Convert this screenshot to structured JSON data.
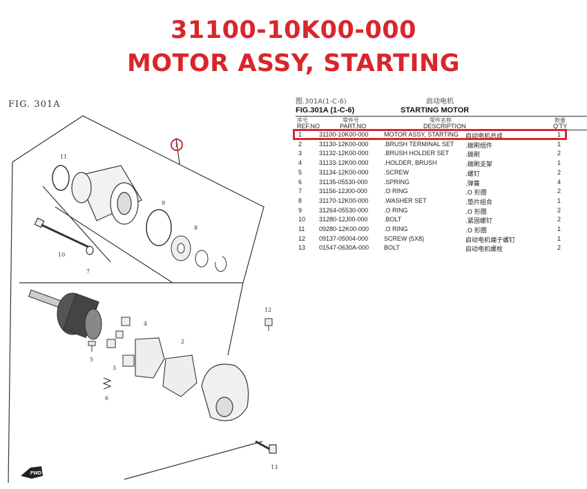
{
  "header": {
    "part_number": "31100-10K00-000",
    "part_name": "MOTOR ASSY, STARTING"
  },
  "figure": {
    "label": "FIG. 301A",
    "callouts": [
      "1",
      "2",
      "3",
      "4",
      "5",
      "6",
      "7",
      "8",
      "9",
      "10",
      "11",
      "12",
      "13"
    ]
  },
  "parts_list": {
    "fig_ref_cn": "图.301A(1-C-6)",
    "title_cn": "启动电机",
    "fig_ref": "FIG.301A (1-C-6)",
    "title": "STARTING MOTOR",
    "columns": {
      "ref_cn": "序号",
      "ref": "REF.NO",
      "part_cn": "零件号",
      "part": "PART.NO",
      "desc_cn": "零件名称",
      "desc": "DESCRIPTION",
      "qty_cn": "数量",
      "qty": "Q'TY"
    },
    "rows": [
      {
        "ref": "1",
        "part": "31100-10K00-000",
        "desc": "MOTOR ASSY, STARTING",
        "cn": "启动电机总成",
        "qty": "1"
      },
      {
        "ref": "2",
        "part": "31130-12K00-000",
        "desc": ".BRUSH TERMINAL SET",
        "cn": ".碳刷组件",
        "qty": "1"
      },
      {
        "ref": "3",
        "part": "31132-12K00-000",
        "desc": ".BRUSH HOLDER SET",
        "cn": ".碳刷",
        "qty": "2"
      },
      {
        "ref": "4",
        "part": "31133-12K00-000",
        "desc": ".HOLDER, BRUSH",
        "cn": ".碳刷支架",
        "qty": "1"
      },
      {
        "ref": "5",
        "part": "31134-12K00-000",
        "desc": ".SCREW",
        "cn": ".螺钉",
        "qty": "2"
      },
      {
        "ref": "6",
        "part": "31135-05530-000",
        "desc": ".SPRING",
        "cn": ".弹簧",
        "qty": "4"
      },
      {
        "ref": "7",
        "part": "31156-12J00-000",
        "desc": ".O RING",
        "cn": ".O 形圈",
        "qty": "2"
      },
      {
        "ref": "8",
        "part": "31170-12K00-000",
        "desc": ".WASHER SET",
        "cn": ".垫片组合",
        "qty": "1"
      },
      {
        "ref": "9",
        "part": "31264-05530-000",
        "desc": ".O RING",
        "cn": ".O 形圈",
        "qty": "2"
      },
      {
        "ref": "10",
        "part": "31280-12J00-000",
        "desc": ".BOLT",
        "cn": ".紧固螺钉",
        "qty": "2"
      },
      {
        "ref": "11",
        "part": "09280-12K00-000",
        "desc": ".O RING",
        "cn": ".O 形圈",
        "qty": "1"
      },
      {
        "ref": "12",
        "part": "09137-05004-000",
        "desc": "SCREW (5X8)",
        "cn": "启动电机端子螺钉",
        "qty": "1"
      },
      {
        "ref": "13",
        "part": "01547-0630A-000",
        "desc": "BOLT",
        "cn": "启动电机螺栓",
        "qty": "2"
      }
    ]
  },
  "fwd_label": "FWD",
  "colors": {
    "accent": "#d9262b"
  }
}
